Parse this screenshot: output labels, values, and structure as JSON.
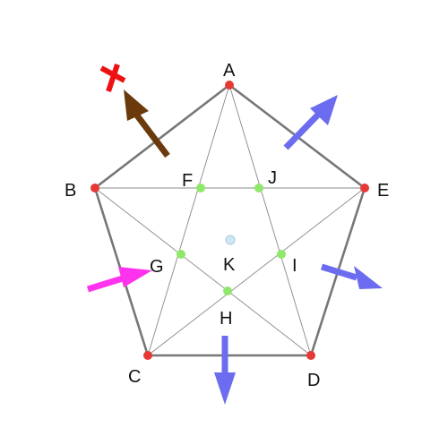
{
  "colors": {
    "pentagon_edge": "#777777",
    "diagonal": "#888888",
    "vertex_point": "#e53935",
    "intersection_point": "#8fe86a",
    "center_point": "#cfe6f7",
    "arrow_blue": "#6b6cf0",
    "arrow_brown": "#6b3a0c",
    "arrow_magenta": "#ff33ee",
    "cross_red": "#ee1111"
  },
  "points": {
    "A": "A",
    "B": "B",
    "C": "C",
    "D": "D",
    "E": "E",
    "F": "F",
    "G": "G",
    "H": "H",
    "I": "I",
    "J": "J",
    "K": "K"
  },
  "icons": {
    "top_left": "cross-icon",
    "arrows": [
      "arrow-up-left",
      "arrow-up-right",
      "arrow-right",
      "arrow-down",
      "arrow-right"
    ]
  }
}
